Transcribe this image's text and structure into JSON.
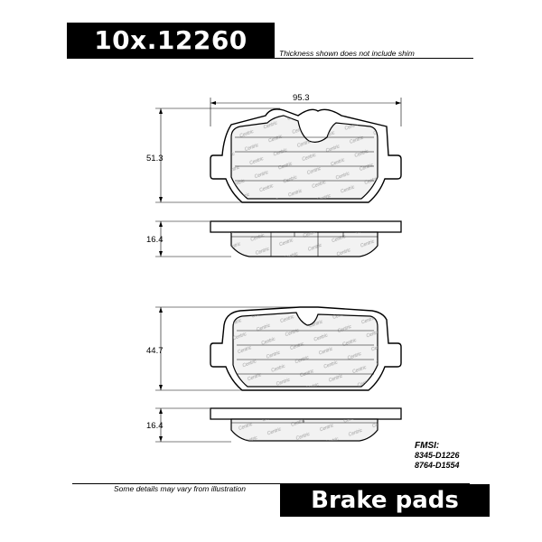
{
  "header": {
    "part_number": "10x.12260",
    "thickness_note": "Thickness shown does not include shim"
  },
  "dimensions": {
    "top_width": "95.3",
    "top_height": "51.3",
    "top_thickness": "16.4",
    "bottom_height": "44.7",
    "bottom_thickness": "16.4"
  },
  "watermark_text": "Centric",
  "fmsi": {
    "label": "FMSI:",
    "codes": [
      "8345-D1226",
      "8764-D1554"
    ]
  },
  "footer": {
    "details_note": "Some details may vary from illustration",
    "product_type": "Brake pads"
  }
}
